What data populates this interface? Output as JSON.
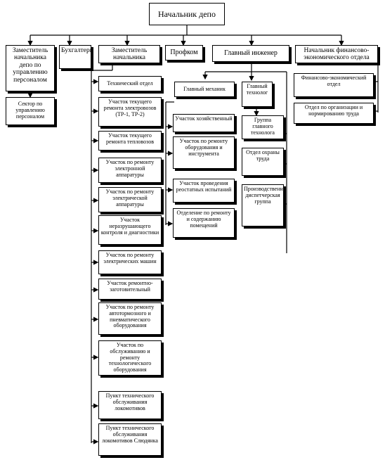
{
  "root": "Начальник депо",
  "level1": {
    "hr_deputy": "Заместитель начальника депо по управлению персоналом",
    "accounting": "Бухгалтерия",
    "deputy": "Заместитель начальника",
    "union": "Профком",
    "chief_engineer": "Главный инженер",
    "finance_head": "Начальник финансово-экономического отдела"
  },
  "hr_sector": "Сектор по управлению персоналом",
  "deputy_units": [
    "Технический отдел",
    "Участок текущего ремонта электровозов (ТР-1, ТР-2)",
    "Участок текущего ремонта тепловозов",
    "Участок по ремонту электронной аппаратуры",
    "Участок по ремонту электрической аппаратуры",
    "Участок неразрушающего контроля и диагностики",
    "Участок по ремонту электрических машин",
    "Участок ремонтно-заготовительный",
    "Участок по ремонту автотормозного и пневматического оборудования",
    "Участок по обслуживанию и ремонту технологического оборудования",
    "Пункт технического обслуживания локомотивов",
    "Пункт технического обслуживания локомотивов Слюдянка"
  ],
  "chief_mechanic": "Главный механик",
  "mechanic_units": [
    "Участок хозяйственный",
    "Участок по ремонту оборудования и инструмента",
    "Участок проведения реостатных испытаний",
    "Отделение по ремонту и содержанию помещений"
  ],
  "chief_technologist": "Главный технолог",
  "engineer_units": [
    "Группа главного технолога",
    "Отдел охраны труда",
    "Производственно-диспетчерская группа"
  ],
  "finance_units": [
    "Финансово-экономический отдел",
    "Отдел по организации и нормированию труда"
  ]
}
